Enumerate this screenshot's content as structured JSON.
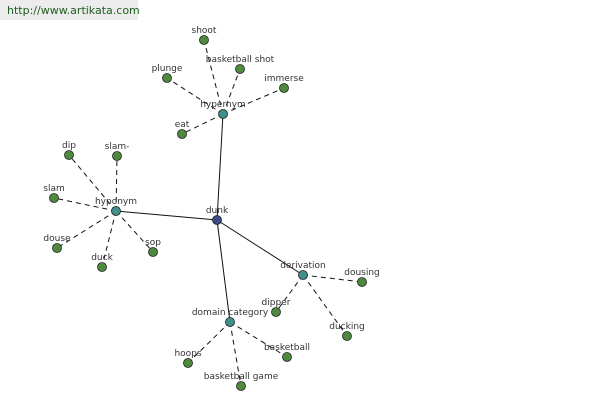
{
  "watermark": "http://www.artikata.com",
  "colors": {
    "leaf": "#4e8a3e",
    "relation": "#3f8f8c",
    "center": "#3c4a8a",
    "stroke": "#222222",
    "edge": "#111111"
  },
  "graph": {
    "center": "dunk",
    "relations": [
      {
        "label": "hypernym",
        "leaves": [
          "shoot",
          "basketball shot",
          "plunge",
          "immerse",
          "eat"
        ]
      },
      {
        "label": "hyponym",
        "leaves": [
          "dip",
          "slam-",
          "slam",
          "douse",
          "duck",
          "sop"
        ]
      },
      {
        "label": "derivation",
        "leaves": [
          "dousing",
          "dipper",
          "ducking"
        ]
      },
      {
        "label": "domain category",
        "leaves": [
          "basketball",
          "hoops",
          "basketball game"
        ]
      }
    ]
  }
}
